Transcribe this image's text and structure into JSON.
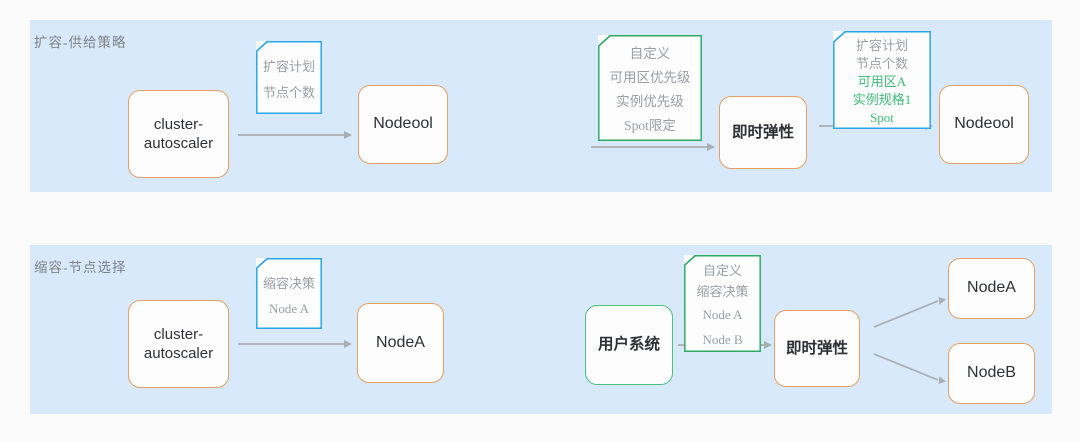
{
  "page": {
    "background": "#fbfbfc",
    "panel_background": "#d7e9fb",
    "node_border": "#e79f63",
    "node_border_green": "#4bc07f",
    "note_border_blue": "#2ba7e8",
    "note_border_green": "#2eab63",
    "note_text": "#9b9fa3",
    "note_text_green": "#3fbb77",
    "arrow_color": "#a8aeb2",
    "title_color": "#7d8489"
  },
  "panels": [
    {
      "id": "scale-out",
      "title": "扩容-供给策略",
      "nodes": [
        {
          "id": "ca-out",
          "label": "cluster-\nautoscaler",
          "style": "orange",
          "script": "latin"
        },
        {
          "id": "nodepool-out-1",
          "label": "Nodeool",
          "style": "orange",
          "script": "latin"
        },
        {
          "id": "elasticity-out",
          "label": "即时弹性",
          "style": "orange",
          "script": "cjk"
        },
        {
          "id": "nodepool-out-2",
          "label": "Nodeool",
          "style": "orange",
          "script": "latin"
        }
      ],
      "notes": [
        {
          "id": "note-scale-plan",
          "border": "blue",
          "lines": [
            {
              "text": "扩容计划",
              "color": "gray"
            },
            {
              "text": "节点个数",
              "color": "gray"
            }
          ]
        },
        {
          "id": "note-custom-supply",
          "border": "green",
          "lines": [
            {
              "text": "自定义",
              "color": "gray"
            },
            {
              "text": "可用区优先级",
              "color": "gray"
            },
            {
              "text": "实例优先级",
              "color": "gray"
            },
            {
              "text": "Spot限定",
              "color": "gray"
            }
          ]
        },
        {
          "id": "note-scale-plan-resolved",
          "border": "blue",
          "lines": [
            {
              "text": "扩容计划",
              "color": "gray"
            },
            {
              "text": "节点个数",
              "color": "gray"
            },
            {
              "text": "可用区A",
              "color": "green"
            },
            {
              "text": "实例规格1",
              "color": "green"
            },
            {
              "text": "Spot",
              "color": "green"
            }
          ]
        }
      ]
    },
    {
      "id": "scale-in",
      "title": "缩容-节点选择",
      "nodes": [
        {
          "id": "ca-in",
          "label": "cluster-\nautoscaler",
          "style": "orange",
          "script": "latin"
        },
        {
          "id": "nodea-in-1",
          "label": "NodeA",
          "style": "orange",
          "script": "latin"
        },
        {
          "id": "user-system",
          "label": "用户系统",
          "style": "green",
          "script": "cjk"
        },
        {
          "id": "elasticity-in",
          "label": "即时弹性",
          "style": "orange",
          "script": "cjk"
        },
        {
          "id": "nodea-in-2",
          "label": "NodeA",
          "style": "orange",
          "script": "latin"
        },
        {
          "id": "nodeb-in",
          "label": "NodeB",
          "style": "orange",
          "script": "latin"
        }
      ],
      "notes": [
        {
          "id": "note-scale-in-decision",
          "border": "blue",
          "lines": [
            {
              "text": "缩容决策",
              "color": "gray"
            },
            {
              "text": "Node  A",
              "color": "gray"
            }
          ]
        },
        {
          "id": "note-custom-scale-in",
          "border": "green",
          "lines": [
            {
              "text": "自定义",
              "color": "gray"
            },
            {
              "text": "缩容决策",
              "color": "gray"
            },
            {
              "text": "Node  A",
              "color": "gray"
            },
            {
              "text": "Node  B",
              "color": "gray"
            }
          ]
        }
      ]
    }
  ]
}
